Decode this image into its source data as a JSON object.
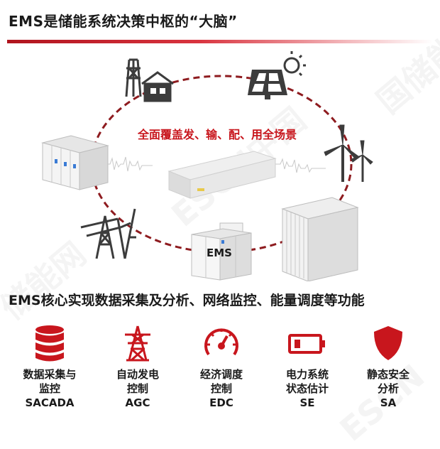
{
  "header": {
    "title": "EMS是储能系统决策中枢的“大脑”"
  },
  "diagram": {
    "tagline": "全面覆盖发、输、配、用全场景",
    "center_label": "EMS",
    "accent_color": "#c8161d",
    "icons": [
      "substation-house-icon",
      "solar-panel-icon",
      "wind-turbine-icon",
      "container-storage-icon",
      "battery-cabinet-icon",
      "transmission-tower-icon",
      "battery-rack-icon",
      "ems-device-icon"
    ]
  },
  "section": {
    "subtitle": "EMS核心实现数据采集及分析、网络监控、能量调度等功能"
  },
  "functions": [
    {
      "line1": "数据采集与",
      "line2": "监控",
      "abbr": "SACADA",
      "icon": "database-icon"
    },
    {
      "line1": "自动发电",
      "line2": "控制",
      "abbr": "AGC",
      "icon": "power-tower-icon"
    },
    {
      "line1": "经济调度",
      "line2": "控制",
      "abbr": "EDC",
      "icon": "gauge-icon"
    },
    {
      "line1": "电力系统",
      "line2": "状态估计",
      "abbr": "SE",
      "icon": "battery-icon"
    },
    {
      "line1": "静态安全",
      "line2": "分析",
      "abbr": "SA",
      "icon": "shield-icon"
    }
  ]
}
